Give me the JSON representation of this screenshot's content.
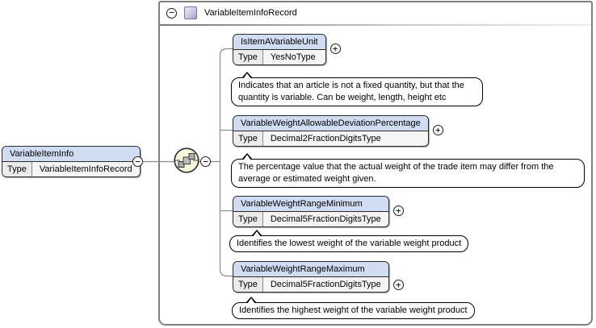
{
  "schema_diagram": {
    "container": {
      "title": "VariableItemInfoRecord",
      "collapse_glyph": "−"
    },
    "root_element": {
      "name": "VariableItemInfo",
      "type_label": "Type",
      "type_value": "VariableItemInfoRecord",
      "collapse_glyph": "−"
    },
    "compositor": {
      "name": "sequence",
      "collapse_glyph": "−"
    },
    "children": [
      {
        "name": "IsItemAVariableUnit",
        "type_label": "Type",
        "type_value": "YesNoType",
        "expand_glyph": "+",
        "annotation": "Indicates that an article is not a fixed quantity, but that the quantity is variable. Can be weight, length, height etc"
      },
      {
        "name": "VariableWeightAllowableDeviationPercentage",
        "type_label": "Type",
        "type_value": "Decimal2FractionDigitsType",
        "expand_glyph": "+",
        "annotation": "The percentage value that the actual weight of the trade item may differ from the average or estimated weight given."
      },
      {
        "name": "VariableWeightRangeMinimum",
        "type_label": "Type",
        "type_value": "Decimal5FractionDigitsType",
        "expand_glyph": "+",
        "annotation": "Identifies the lowest weight of the variable weight product"
      },
      {
        "name": "VariableWeightRangeMaximum",
        "type_label": "Type",
        "type_value": "Decimal5FractionDigitsType",
        "expand_glyph": "+",
        "annotation": "Identifies the highest weight of the variable weight product"
      }
    ],
    "colors": {
      "node_header": "#cfdcf2",
      "type_cell": "#ebebeb",
      "value_cell": "#f5f5f5",
      "compositor_fill": "#f7f4dc",
      "container_border": "#808080"
    }
  }
}
